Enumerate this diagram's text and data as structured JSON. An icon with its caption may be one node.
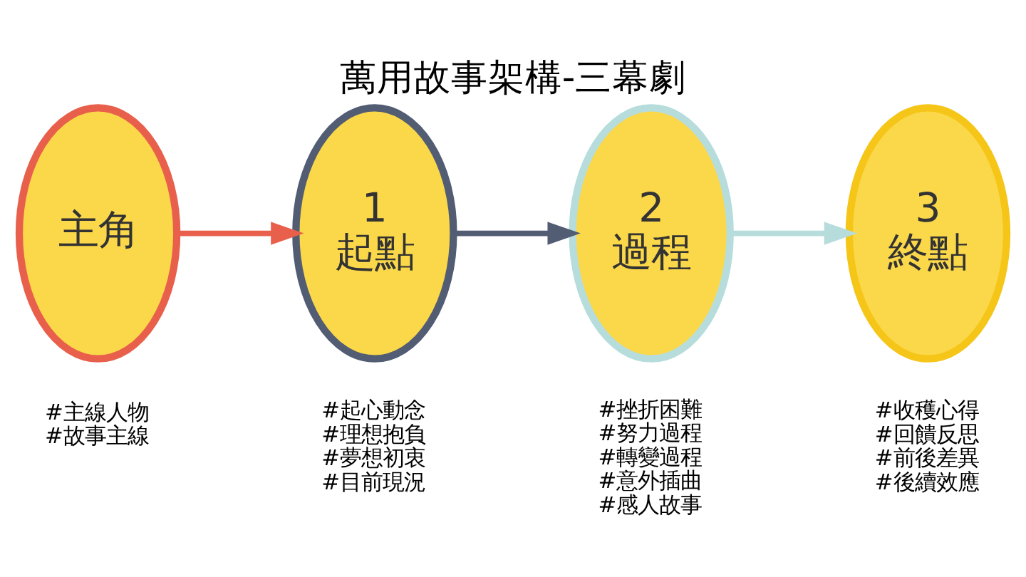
{
  "diagram": {
    "title": "萬用故事架構-三幕劇",
    "nodes": [
      {
        "text": [
          "主角"
        ],
        "beside": [
          "#主線人物",
          "#故事主線"
        ]
      },
      {
        "text": [
          "1",
          "起點"
        ],
        "beside": [
          "#起心動念",
          "#理想抱負",
          "#夢想初衷",
          "#目前現況"
        ]
      },
      {
        "text": [
          "2",
          "過程"
        ],
        "beside": [
          "#挫折困難",
          "#努力過程",
          "#轉變過程",
          "#意外插曲",
          "#感人故事"
        ]
      },
      {
        "text": [
          "3",
          "終點"
        ],
        "beside": [
          "#收穫心得",
          "#回饋反思",
          "#前後差異",
          "#後續效應"
        ]
      }
    ],
    "edges": [
      {
        "from": 0,
        "to": 1,
        "arrow": "to",
        "color": "#e8604c"
      },
      {
        "from": 1,
        "to": 2,
        "arrow": "to",
        "color": "#525c73"
      },
      {
        "from": 2,
        "to": 3,
        "arrow": "to",
        "color": "#b6dcdc"
      }
    ]
  }
}
